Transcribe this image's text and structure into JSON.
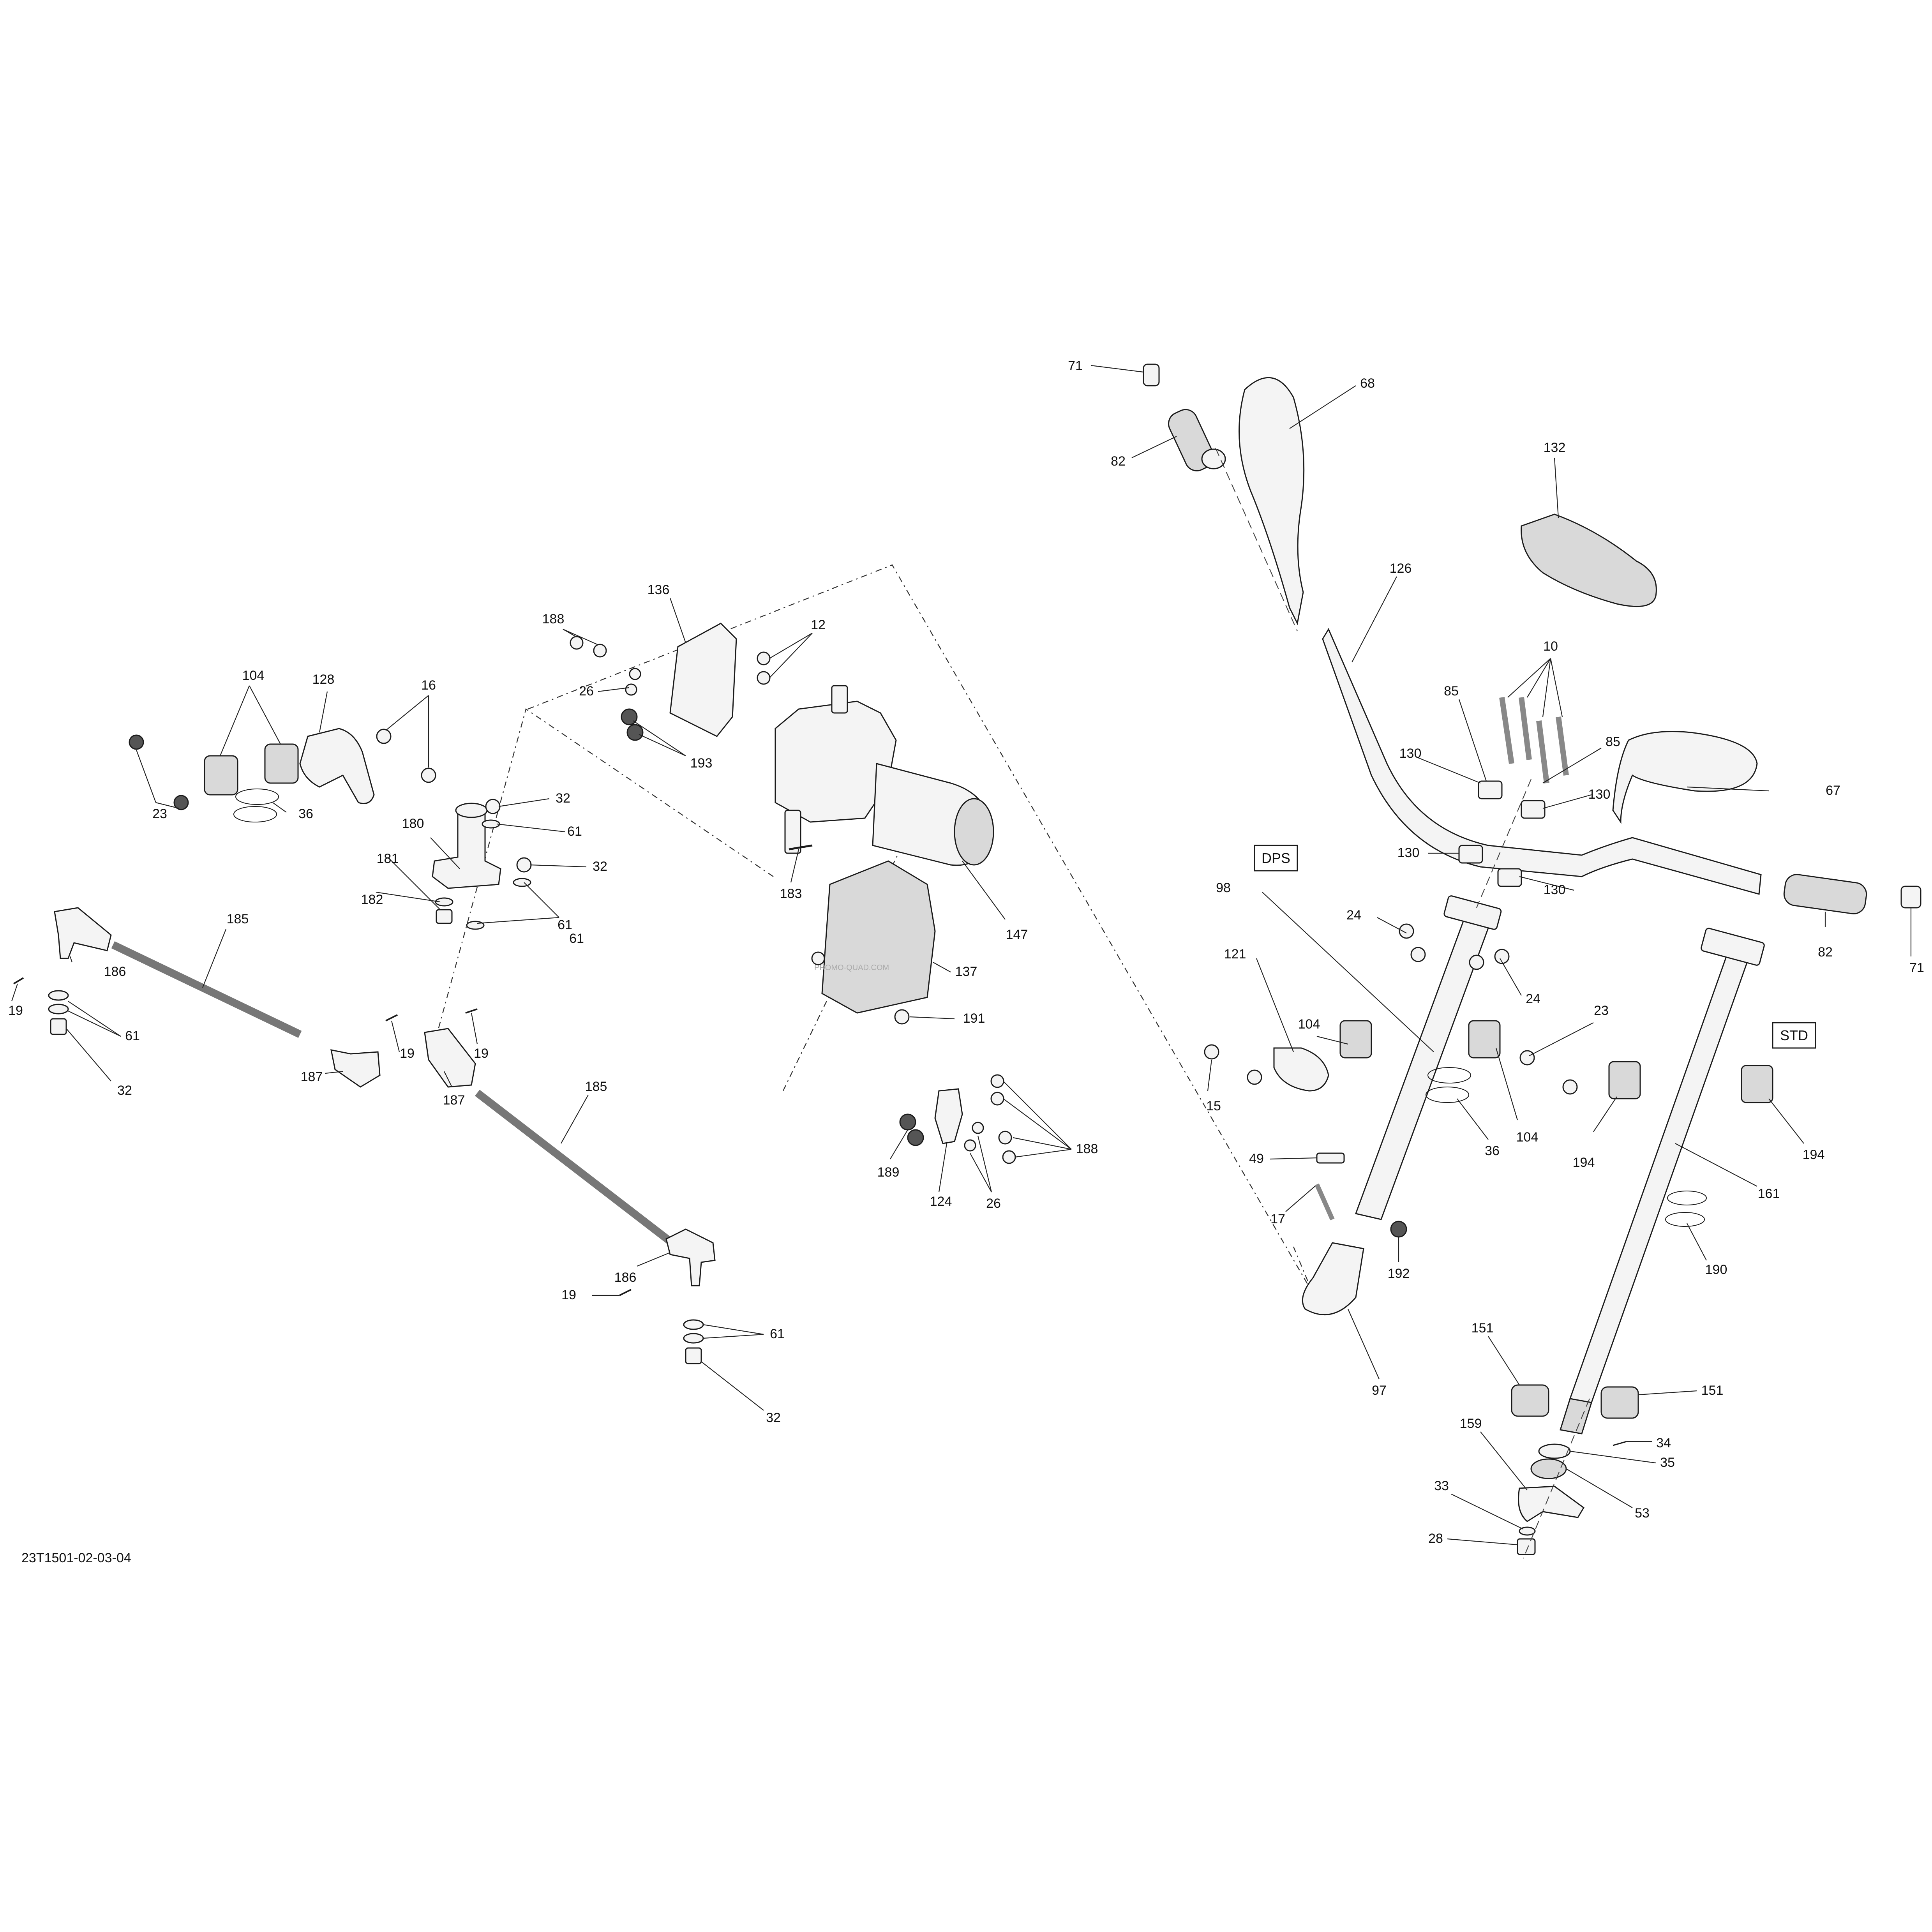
{
  "diagram": {
    "code": "23T1501-02-03-04",
    "boxes": {
      "dps": "DPS",
      "std": "STD"
    },
    "callouts": [
      {
        "id": "c71a",
        "text": "71"
      },
      {
        "id": "c68",
        "text": "68"
      },
      {
        "id": "c82a",
        "text": "82"
      },
      {
        "id": "c132",
        "text": "132"
      },
      {
        "id": "c126",
        "text": "126"
      },
      {
        "id": "c10",
        "text": "10"
      },
      {
        "id": "c85a",
        "text": "85"
      },
      {
        "id": "c85b",
        "text": "85"
      },
      {
        "id": "c130a",
        "text": "130"
      },
      {
        "id": "c130b",
        "text": "130"
      },
      {
        "id": "c130c",
        "text": "130"
      },
      {
        "id": "c130d",
        "text": "130"
      },
      {
        "id": "c67",
        "text": "67"
      },
      {
        "id": "c98",
        "text": "98"
      },
      {
        "id": "c24a",
        "text": "24"
      },
      {
        "id": "c24b",
        "text": "24"
      },
      {
        "id": "c82b",
        "text": "82"
      },
      {
        "id": "c71b",
        "text": "71"
      },
      {
        "id": "c23r",
        "text": "23"
      },
      {
        "id": "c121",
        "text": "121"
      },
      {
        "id": "c104r",
        "text": "104"
      },
      {
        "id": "c104s",
        "text": "104"
      },
      {
        "id": "c36r",
        "text": "36"
      },
      {
        "id": "c15",
        "text": "15"
      },
      {
        "id": "c194a",
        "text": "194"
      },
      {
        "id": "c194b",
        "text": "194"
      },
      {
        "id": "c161",
        "text": "161"
      },
      {
        "id": "c49",
        "text": "49"
      },
      {
        "id": "c17",
        "text": "17"
      },
      {
        "id": "c192",
        "text": "192"
      },
      {
        "id": "c190",
        "text": "190"
      },
      {
        "id": "c97",
        "text": "97"
      },
      {
        "id": "c151a",
        "text": "151"
      },
      {
        "id": "c151b",
        "text": "151"
      },
      {
        "id": "c34",
        "text": "34"
      },
      {
        "id": "c159",
        "text": "159"
      },
      {
        "id": "c35",
        "text": "35"
      },
      {
        "id": "c53",
        "text": "53"
      },
      {
        "id": "c33",
        "text": "33"
      },
      {
        "id": "c28",
        "text": "28"
      },
      {
        "id": "c104l",
        "text": "104"
      },
      {
        "id": "c128",
        "text": "128"
      },
      {
        "id": "c16",
        "text": "16"
      },
      {
        "id": "c23l",
        "text": "23"
      },
      {
        "id": "c36l",
        "text": "36"
      },
      {
        "id": "c188a",
        "text": "188"
      },
      {
        "id": "c136",
        "text": "136"
      },
      {
        "id": "c12",
        "text": "12"
      },
      {
        "id": "c26a",
        "text": "26"
      },
      {
        "id": "c193",
        "text": "193"
      },
      {
        "id": "c32a",
        "text": "32"
      },
      {
        "id": "c180",
        "text": "180"
      },
      {
        "id": "c61a",
        "text": "61"
      },
      {
        "id": "c181",
        "text": "181"
      },
      {
        "id": "c32b",
        "text": "32"
      },
      {
        "id": "c182",
        "text": "182"
      },
      {
        "id": "c61b",
        "text": "61"
      },
      {
        "id": "c61c",
        "text": "61"
      },
      {
        "id": "c183",
        "text": "183"
      },
      {
        "id": "c147",
        "text": "147"
      },
      {
        "id": "c185a",
        "text": "185"
      },
      {
        "id": "c186a",
        "text": "186"
      },
      {
        "id": "c19a",
        "text": "19"
      },
      {
        "id": "c61d",
        "text": "61"
      },
      {
        "id": "c32c",
        "text": "32"
      },
      {
        "id": "c187a",
        "text": "187"
      },
      {
        "id": "c19b",
        "text": "19"
      },
      {
        "id": "c19c",
        "text": "19"
      },
      {
        "id": "c187b",
        "text": "187"
      },
      {
        "id": "c185b",
        "text": "185"
      },
      {
        "id": "c137",
        "text": "137"
      },
      {
        "id": "c191",
        "text": "191"
      },
      {
        "id": "c188b",
        "text": "188"
      },
      {
        "id": "c189",
        "text": "189"
      },
      {
        "id": "c124",
        "text": "124"
      },
      {
        "id": "c26b",
        "text": "26"
      },
      {
        "id": "c186b",
        "text": "186"
      },
      {
        "id": "c19d",
        "text": "19"
      },
      {
        "id": "c61e",
        "text": "61"
      },
      {
        "id": "c32d",
        "text": "32"
      }
    ],
    "watermark": "PROMO-QUAD.COM"
  }
}
